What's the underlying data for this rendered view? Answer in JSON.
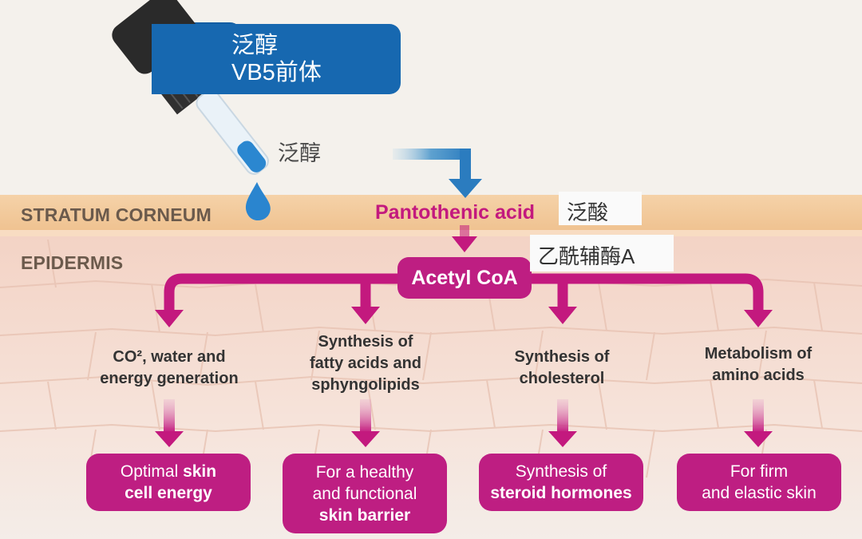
{
  "dropper": {
    "label_line1": "泛醇",
    "label_line2": "VB5前体",
    "label_color": "#1768b0",
    "drop_label": "泛醇",
    "icon": "dropper-icon"
  },
  "layers": {
    "stratum_corneum": "STRATUM CORNEUM",
    "epidermis": "EPIDERMIS"
  },
  "nodes": {
    "pantothenic_acid": "Pantothenic acid",
    "pantothenic_acid_cn": "泛酸",
    "acetyl_coa": "Acetyl CoA",
    "acetyl_coa_cn": "乙酰辅酶A"
  },
  "pathways": [
    {
      "mid_line1": "CO², water and",
      "mid_line2": "energy generation",
      "result_a": "Optimal ",
      "result_b": "skin",
      "result_c": "cell energy"
    },
    {
      "mid_line1": "Synthesis of",
      "mid_line2": "fatty acids and",
      "mid_line3": "sphyngolipids",
      "result_a": "For a healthy",
      "result_b": "and functional",
      "result_c": "skin barrier"
    },
    {
      "mid_line1": "Synthesis of",
      "mid_line2": "cholesterol",
      "result_a": "Synthesis of",
      "result_b": "steroid hormones"
    },
    {
      "mid_line1": "Metabolism of",
      "mid_line2": "amino acids",
      "result_a": "For firm",
      "result_b": "and elastic skin"
    }
  ],
  "colors": {
    "magenta": "#be1e82",
    "blue": "#1768b0",
    "stratum_band": "#f2c99a",
    "epidermis_band": "#f6ddd1"
  }
}
